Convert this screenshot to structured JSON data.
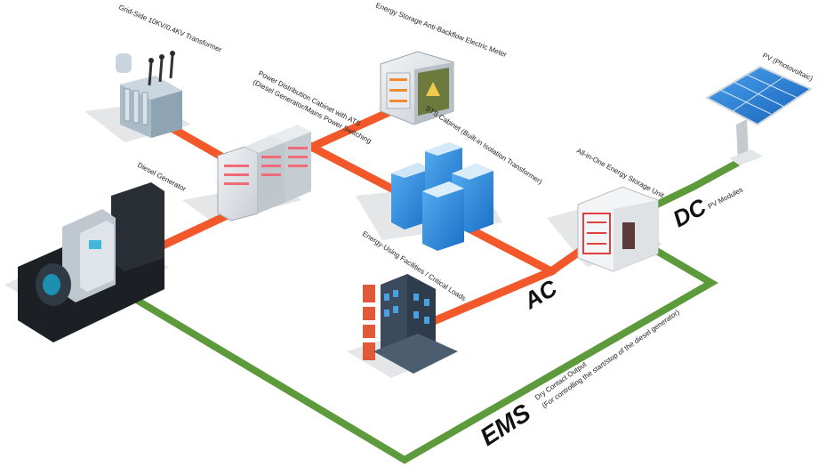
{
  "labels": {
    "transformer": "Grid-Side 10KV/0.4KV Transformer",
    "meter": "Energy Storage Anti-Backflow Electric Meter",
    "pdc_line1": "Power Distribution Cabinet with ATS",
    "pdc_line2": "(Diesel Generator/Mains Power Switching",
    "sts": "STS Cabinet (Built-in Isolation Transformer)",
    "diesel": "Diesel Generator",
    "loads": "Energy-Using Facilities / Critical Loads",
    "ess": "All-in-One Energy Storage Unit",
    "pv": "PV (Photovoltaic)",
    "pv_modules": "PV Modules",
    "dry_contact_line1": "Dry Contact Output",
    "dry_contact_line2": "(For controlling the start/stop of the diesel generator)"
  },
  "bus_labels": {
    "ac": "AC",
    "dc": "DC",
    "ems": "EMS"
  },
  "colors": {
    "ac_line": "#f2582a",
    "dc_line": "#5c9a3c",
    "ems_line": "#5c9a3c",
    "server_blue": "#1f7fd6",
    "building_dark": "#3b4a5c"
  }
}
